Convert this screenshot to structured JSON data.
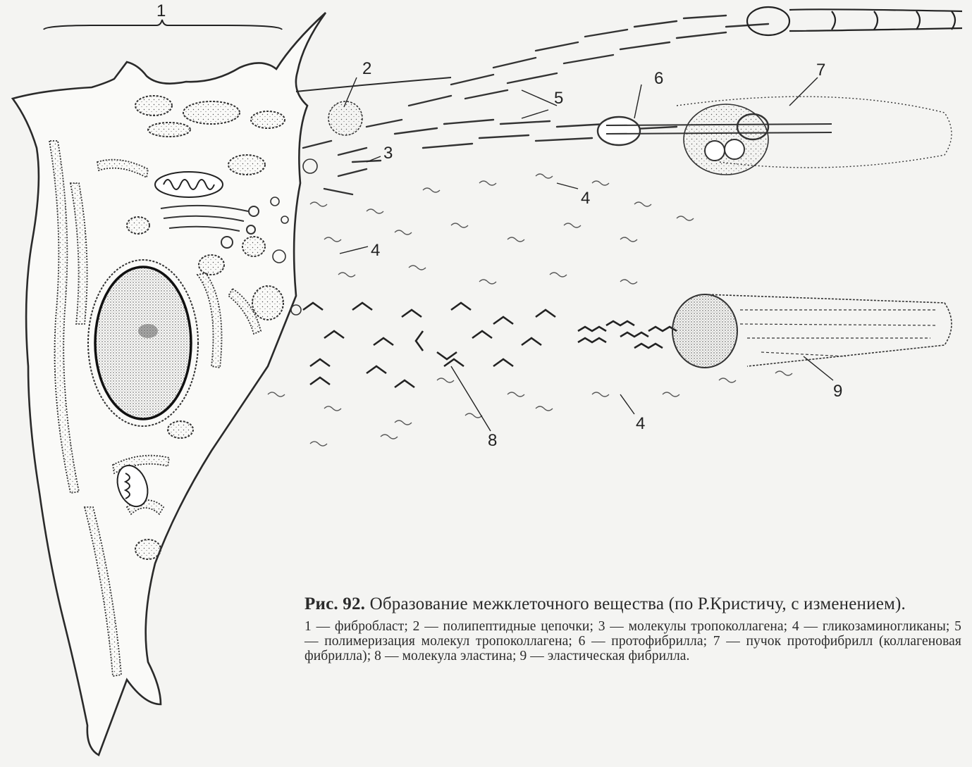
{
  "figure": {
    "labels": {
      "l1": "1",
      "l2": "2",
      "l3": "3",
      "l4a": "4",
      "l4b": "4",
      "l4c": "4",
      "l5": "5",
      "l6": "6",
      "l7": "7",
      "l8": "8",
      "l9": "9"
    }
  },
  "caption": {
    "fig_number": "Рис. 92.",
    "title": "Образование межклеточного вещества (по Р.Кристичу, с изменением).",
    "legend": "1 — фибробласт; 2 — полипептидные цепочки; 3 — молекулы тропоколлагена; 4 — гликозаминогликаны; 5 — полимеризация молекул тропоколлагена; 6 — протофибрилла; 7 — пучок протофибрилл (коллагеновая фибрилла); 8 — молекула эластина; 9 — эластическая фибрилла."
  }
}
